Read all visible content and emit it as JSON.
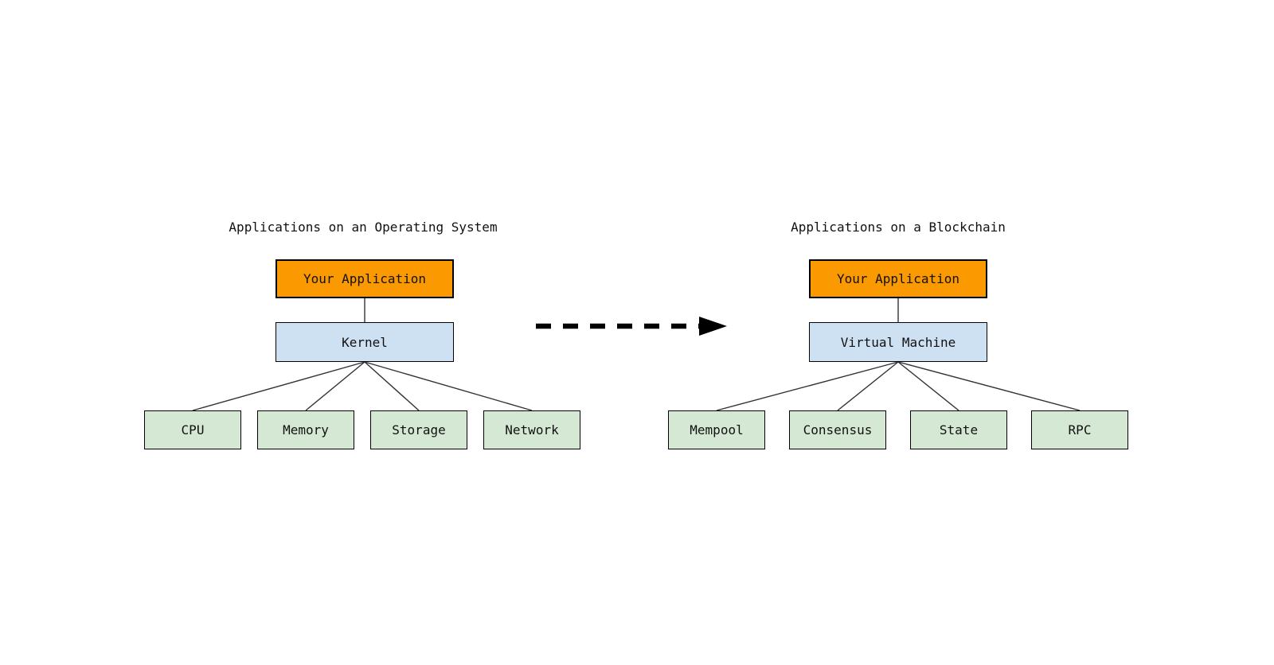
{
  "diagram": {
    "panels": [
      {
        "title": "Applications on an Operating System",
        "app_node": "Your Application",
        "middle_node": "Kernel",
        "leaf_nodes": [
          "CPU",
          "Memory",
          "Storage",
          "Network"
        ]
      },
      {
        "title": "Applications on a Blockchain",
        "app_node": "Your Application",
        "middle_node": "Virtual Machine",
        "leaf_nodes": [
          "Mempool",
          "Consensus",
          "State",
          "RPC"
        ]
      }
    ],
    "colors": {
      "background": "#FFFFFF",
      "text": "#111111",
      "app_fill": "#FB9900",
      "app_border": "#000000",
      "middle_fill": "#CEE1F2",
      "middle_border": "#000000",
      "leaf_fill": "#D5E8D4",
      "leaf_border": "#000000",
      "connector": "#333333",
      "arrow": "#000000"
    }
  }
}
